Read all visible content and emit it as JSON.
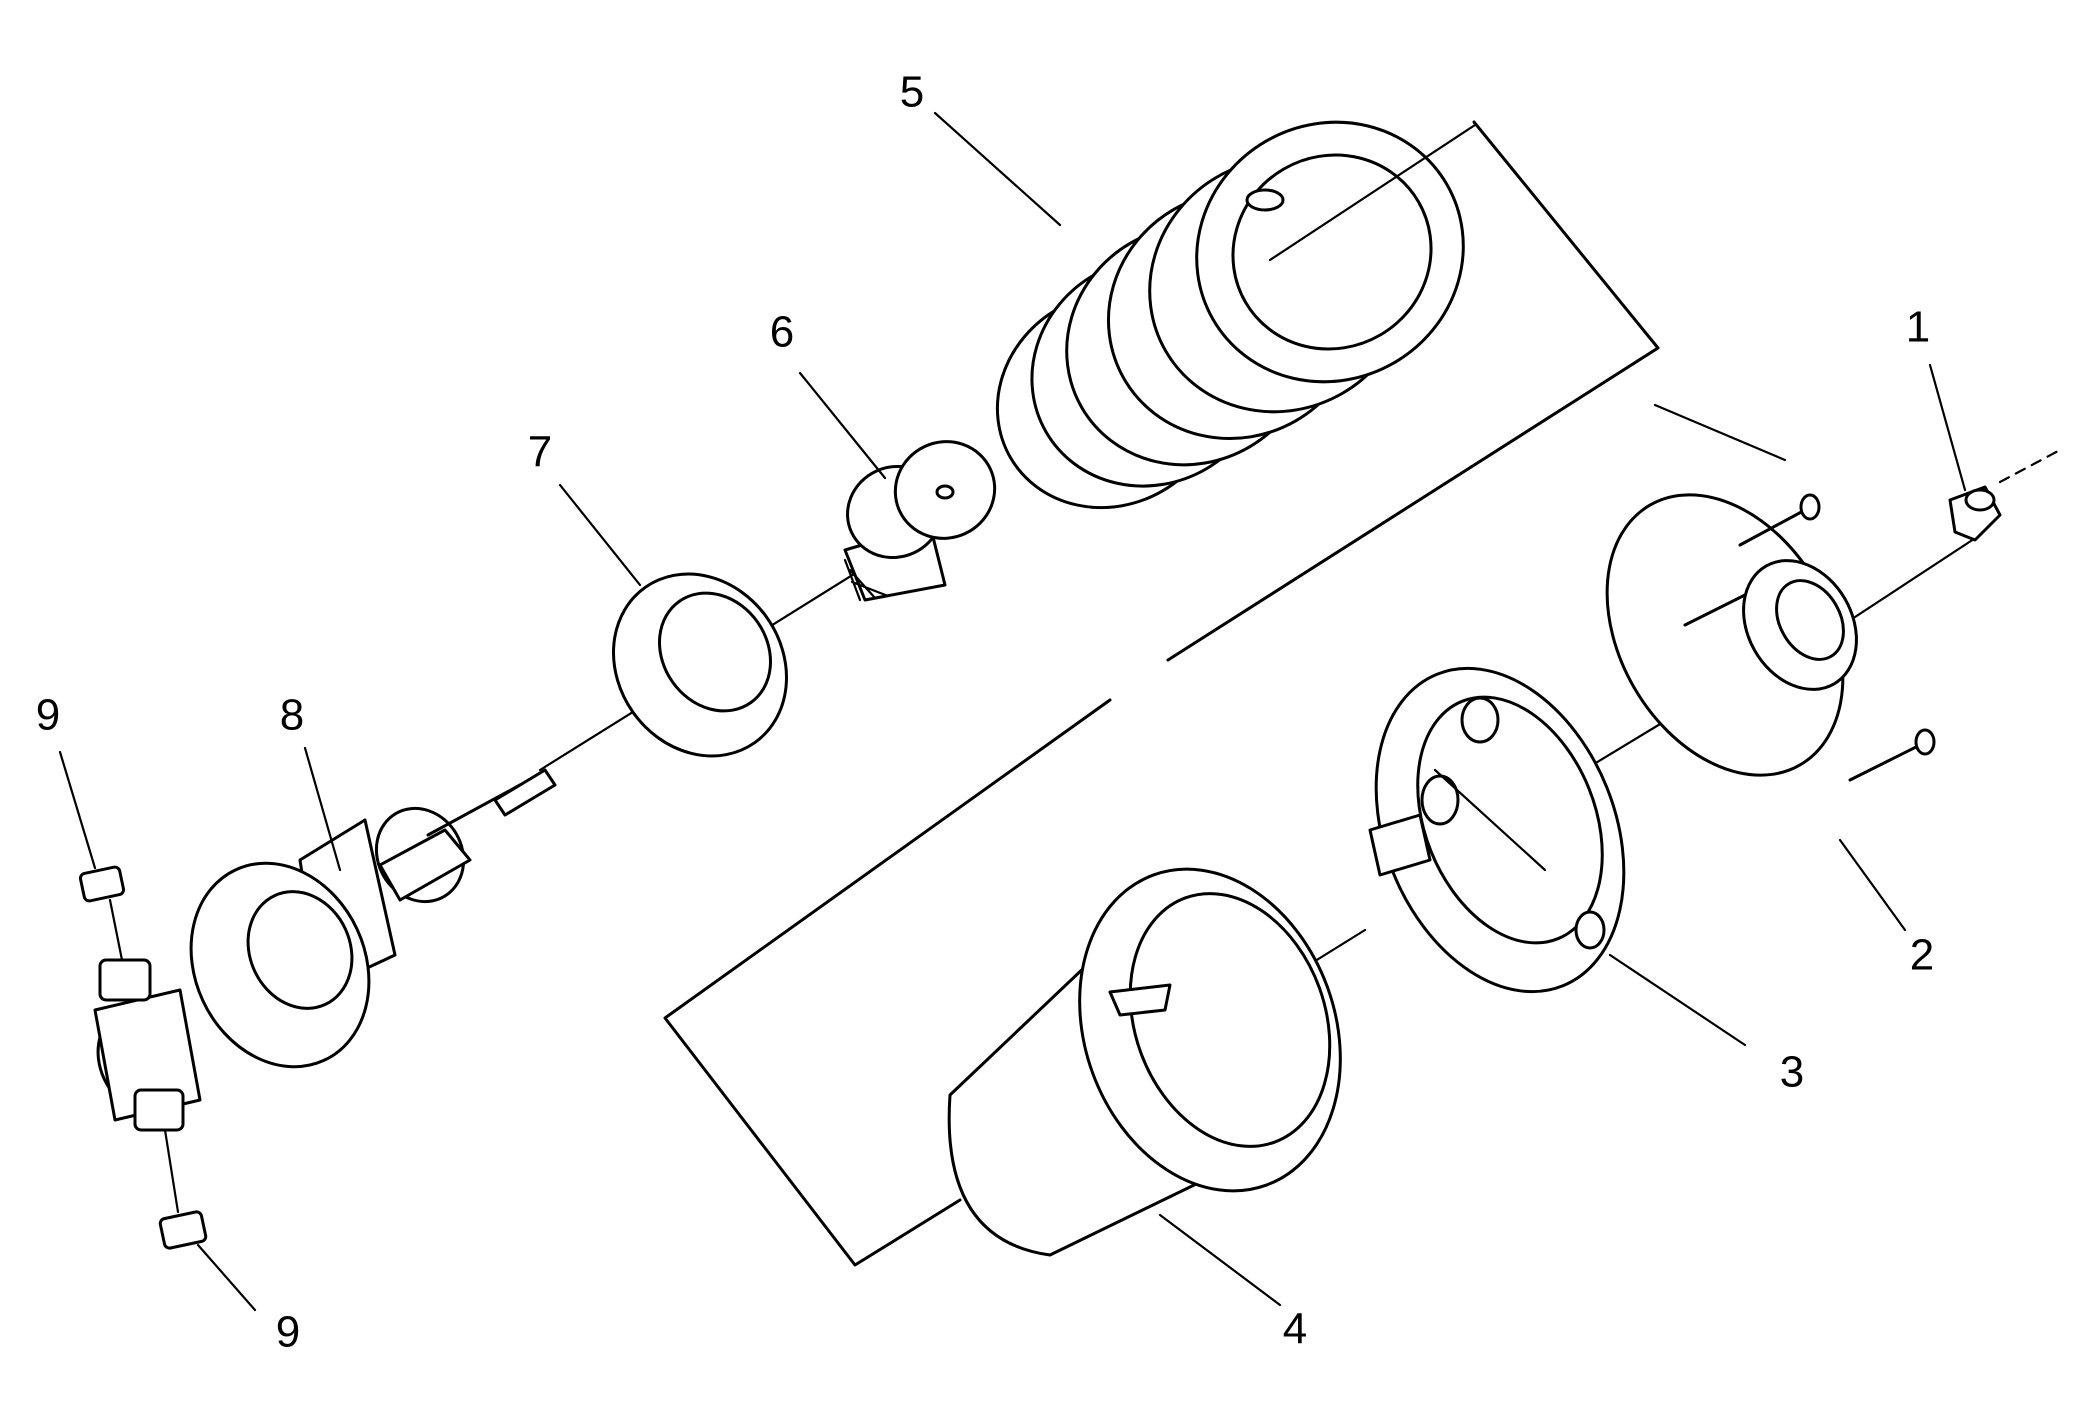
{
  "callouts": {
    "n1": "1",
    "n2": "2",
    "n3": "3",
    "n4": "4",
    "n5": "5",
    "n6": "6",
    "n7": "7",
    "n8": "8",
    "n9_top": "9",
    "n9_bottom": "9"
  }
}
